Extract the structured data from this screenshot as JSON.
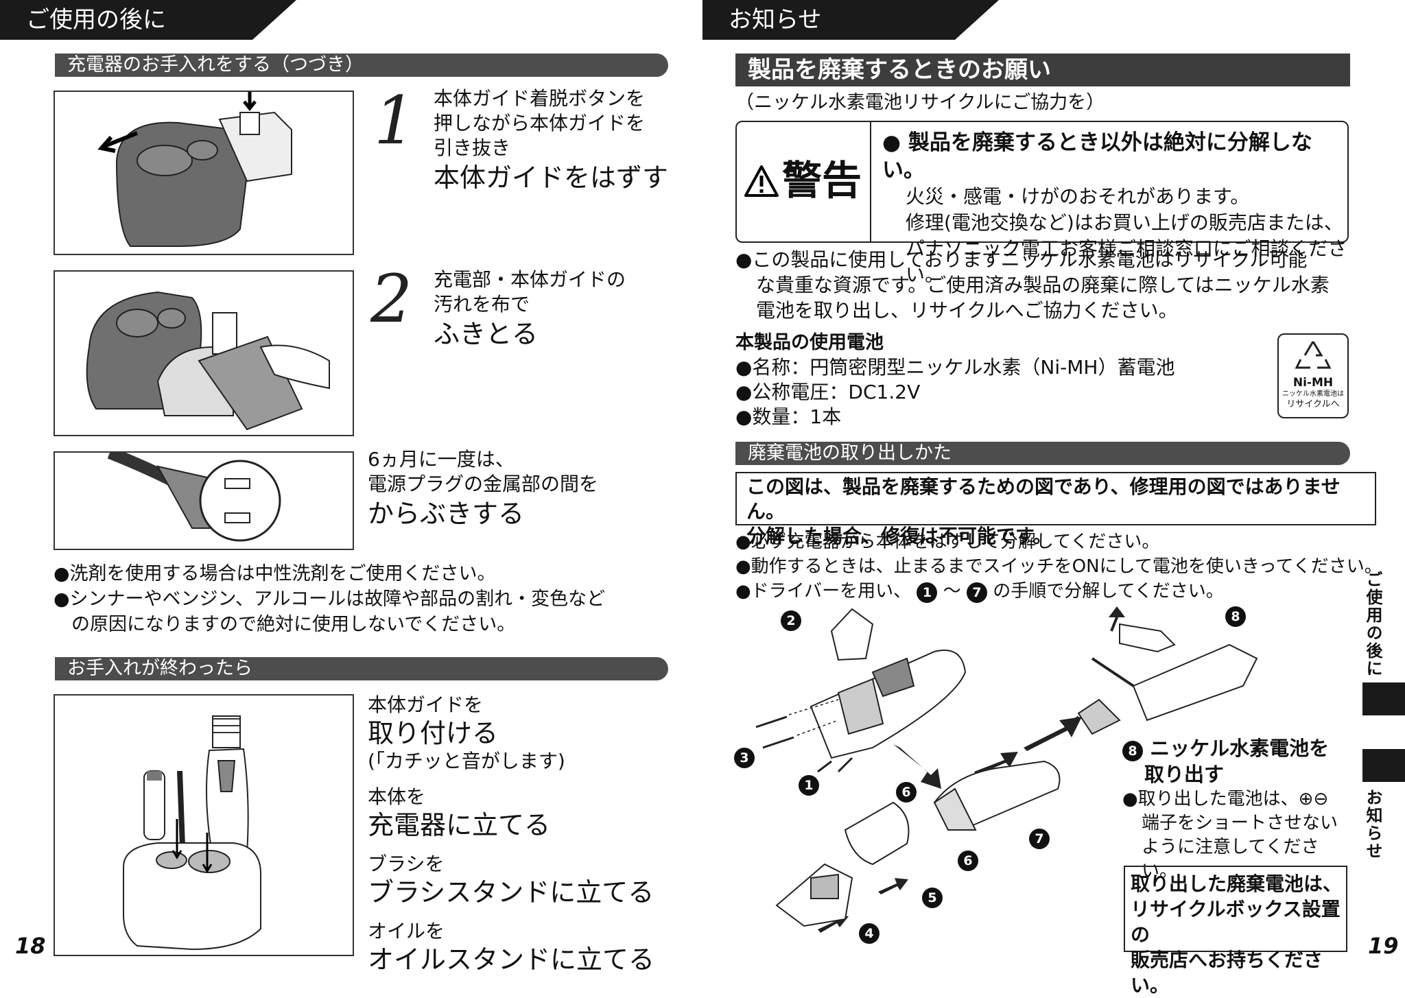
{
  "left": {
    "tab": "ご使用の後に",
    "section1": "充電器のお手入れをする（つづき）",
    "step1": {
      "num": "1",
      "line1": "本体ガイド着脱ボタンを",
      "line2": "押しながら本体ガイドを",
      "line3": "引き抜き",
      "big": "本体ガイドをはずす"
    },
    "step2": {
      "num": "2",
      "line1": "充電部・本体ガイドの",
      "line2": "汚れを布で",
      "big": "ふきとる"
    },
    "step3": {
      "line1": "6ヵ月に一度は、",
      "line2": "電源プラグの金属部の間を",
      "big": "からぶきする"
    },
    "notes": [
      "●洗剤を使用する場合は中性洗剤をご使用ください。",
      "●シンナーやベンジン、アルコールは故障や部品の割れ・変色など",
      "の原因になりますので絶対に使用しないでください。"
    ],
    "section2": "お手入れが終わったら",
    "after": [
      {
        "small": "本体ガイドを",
        "big": "取り付ける",
        "extra": "(｢カチッと音がします)"
      },
      {
        "small": "本体を",
        "big": "充電器に立てる",
        "extra": ""
      },
      {
        "small": "ブラシを",
        "big": "ブラシスタンドに立てる",
        "extra": ""
      },
      {
        "small": "オイルを",
        "big": "オイルスタンドに立てる",
        "extra": ""
      }
    ],
    "page": "18"
  },
  "right": {
    "tab": "お知らせ",
    "heading": "製品を廃棄するときのお願い",
    "subheading": "（ニッケル水素電池リサイクルにご協力を）",
    "warning": {
      "label": "警告",
      "title": "● 製品を廃棄するとき以外は絶対に分解しない。",
      "lines": [
        "火災・感電・けがのおそれがあります。",
        "修理(電池交換など)はお買い上げの販売店または、",
        "パナソニック電工お客様ご相談窓口にご相談ください。"
      ]
    },
    "recycle_note": [
      "●この製品に使用しておりますニッケル水素電池はリサイクル可能",
      "な貴重な資源です。ご使用済み製品の廃棄に際してはニッケル水素",
      "電池を取り出し、リサイクルへご協力ください。"
    ],
    "battery_heading": "本製品の使用電池",
    "battery_specs": [
      "●名称：円筒密閉型ニッケル水素（Ni-MH）蓄電池",
      "●公称電圧：DC1.2V",
      "●数量：1本"
    ],
    "recycle_mark": {
      "code": "Ni-MH",
      "line1": "ニッケル水素電池は",
      "line2": "リサイクルへ"
    },
    "section": "廃棄電池の取り出しかた",
    "notice": [
      "この図は、製品を廃棄するための図であり、修理用の図ではありません。",
      "分解した場合、修復は不可能です。"
    ],
    "instructions": [
      "●必ず充電器から本体をはずして分解してください。",
      "●動作するときは、止まるまでスイッチをONにして電池を使いきってください。"
    ],
    "instr3_pre": "●ドライバーを用い、",
    "instr3_a": "1",
    "instr3_mid": "～",
    "instr3_b": "7",
    "instr3_post": "の手順で分解してください。",
    "callouts": [
      "1",
      "2",
      "3",
      "4",
      "5",
      "6",
      "6",
      "7",
      "8"
    ],
    "step8": {
      "num": "8",
      "title1": "ニッケル水素電池を",
      "title2": "取り出す",
      "lines": [
        "●取り出した電池は、⊕⊖",
        "端子をショートさせない",
        "ように注意してください。"
      ]
    },
    "box": [
      "取り出した廃棄電池は、",
      "リサイクルボックス設置の",
      "販売店へお持ちください。"
    ],
    "side_top": "ご使用の後に",
    "side_bottom": "お知らせ",
    "page": "19"
  }
}
